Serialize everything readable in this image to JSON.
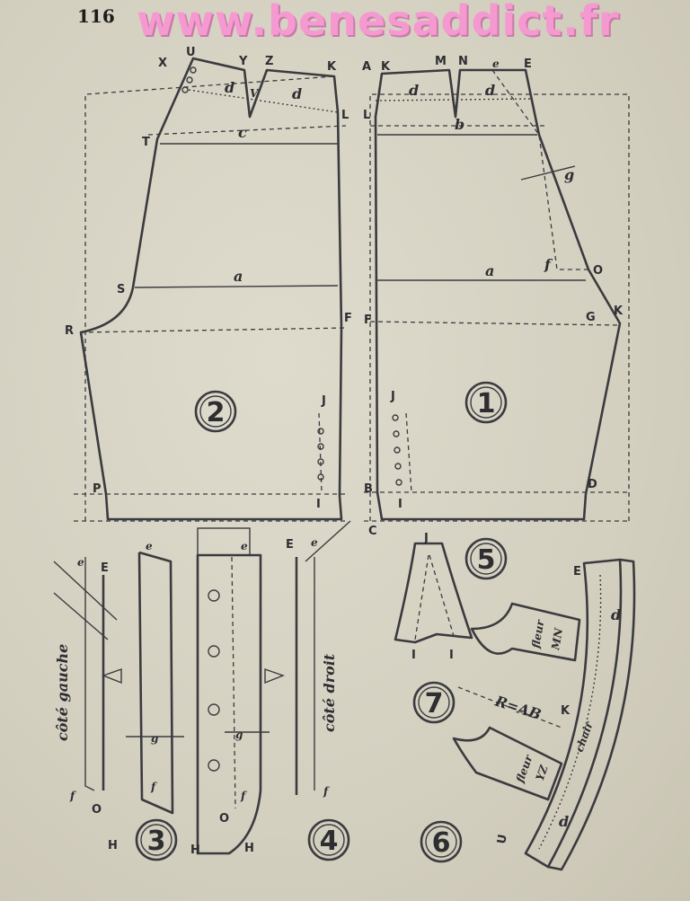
{
  "page_number": "116",
  "watermark": "www.benesaddict.fr",
  "figures": {
    "f1": "1",
    "f2": "2",
    "f3": "3",
    "f4": "4",
    "f5": "5",
    "f6": "6",
    "f7": "7"
  },
  "pattern2": {
    "X": "X",
    "U": "U",
    "Y": "Y",
    "Z": "Z",
    "K": "K",
    "V": "V",
    "L": "L",
    "T": "T",
    "S": "S",
    "R": "R",
    "F": "F",
    "J": "J",
    "I": "I",
    "P": "P",
    "c": "c",
    "a": "a",
    "d1": "d",
    "d2": "d"
  },
  "pattern1": {
    "A": "A",
    "K": "K",
    "M": "M",
    "N": "N",
    "e": "e",
    "E": "E",
    "L": "L",
    "b": "b",
    "g": "g",
    "f": "f",
    "O": "O",
    "a": "a",
    "F": "F",
    "G": "G",
    "K2": "K",
    "J": "J",
    "B": "B",
    "I": "I",
    "D": "D",
    "C": "C",
    "d1": "d",
    "d2": "d"
  },
  "detail3": {
    "e": "e",
    "E": "E",
    "side": "côté gauche",
    "g": "g",
    "f": "f",
    "O": "O",
    "H": "H",
    "f2": "f"
  },
  "detail4": {
    "e": "e",
    "E": "E",
    "side": "côté droit",
    "g": "g",
    "f": "f",
    "O": "O",
    "H": "H",
    "H2": "H",
    "f2": "f"
  },
  "detail5": {
    "J": "J",
    "I1": "I",
    "I2": "I"
  },
  "detail6": {
    "E": "E",
    "d1": "d",
    "fleur1": "fleur",
    "MN": "MN",
    "R": "R=AB",
    "K": "K",
    "chair": "chair",
    "fleur2": "fleur",
    "YZ": "YZ",
    "d2": "d",
    "U": "U"
  }
}
